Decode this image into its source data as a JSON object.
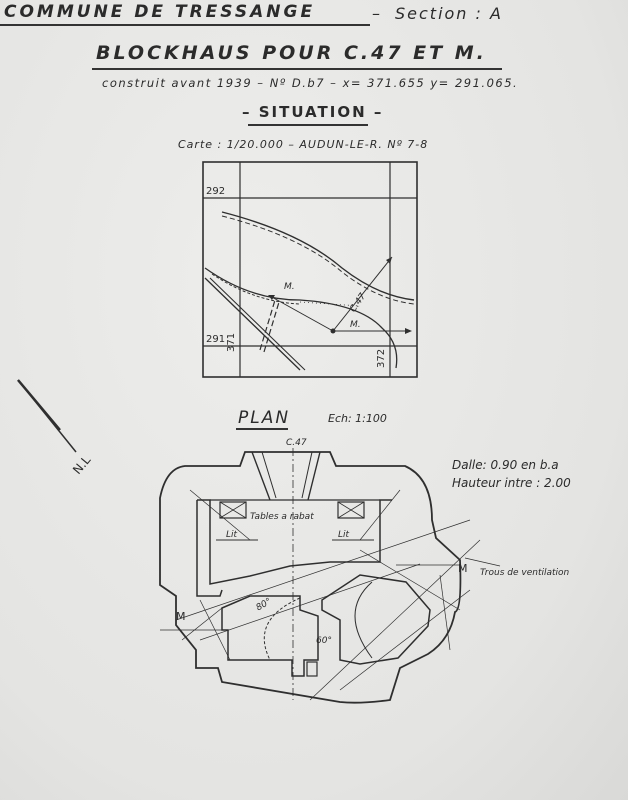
{
  "header": {
    "commune": "COMMUNE DE TRESSANGE",
    "separator": "–",
    "section": "Section : A"
  },
  "title": "BLOCKHAUS POUR C.47 ET M.",
  "subtitle": "construit avant 1939 – Nº D.b7 – x= 371.655 y= 291.065.",
  "situation": {
    "heading": "– SITUATION –",
    "carte": "Carte : 1/20.000 – AUDUN-LE-R. Nº 7-8",
    "grid_labels": {
      "top_y": "292",
      "bottom_y": "291",
      "left_x": "371",
      "right_x": "372"
    },
    "map_labels": {
      "m": "M.",
      "c47": "C.47",
      "m2": "M."
    }
  },
  "plan": {
    "title": "PLAN",
    "scale": "Ech: 1:100",
    "top_label": "C.47",
    "dalle": "Dalle: 0.90 en b.a",
    "hauteur": "Hauteur intre : 2.00",
    "tables": "Tables a rabat",
    "lit_left": "Lit",
    "lit_right": "Lit",
    "m_left": "M",
    "m_right": "M",
    "ventilation": "Trous de ventilation",
    "angle_80": "80°",
    "angle_60": "60°"
  },
  "north": {
    "label": "N.L"
  },
  "colors": {
    "paper": "#e7e7e5",
    "ink": "#2f2f2f"
  }
}
